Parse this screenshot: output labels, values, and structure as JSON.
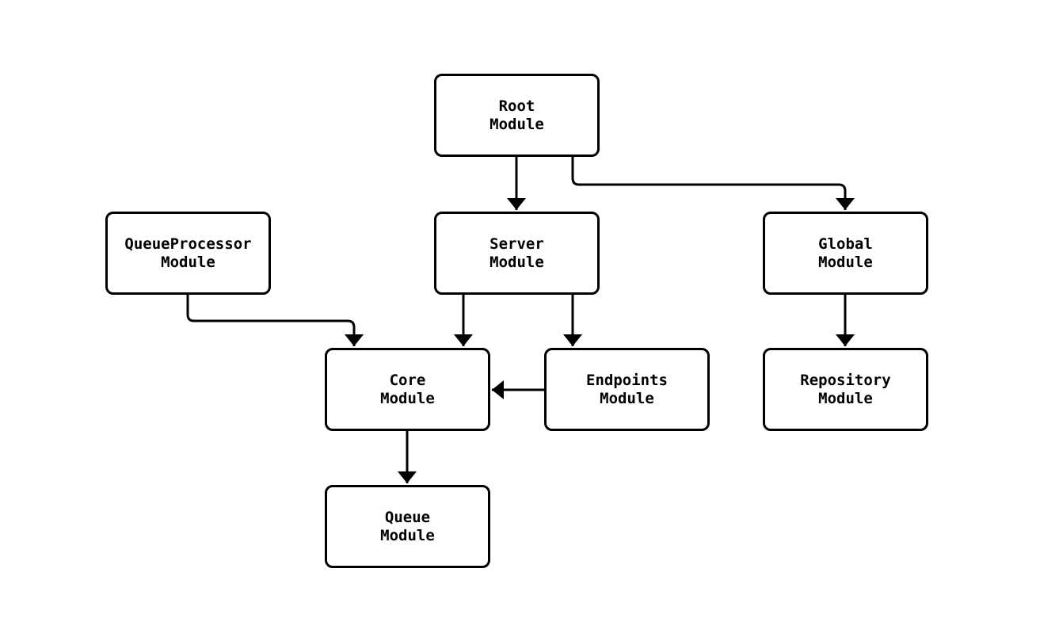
{
  "colors": {
    "background": "#ffffff",
    "stroke": "#000000",
    "node_fill": "#ffffff",
    "text": "#000000"
  },
  "nodes": {
    "root": {
      "label": "Root\nModule"
    },
    "queue_processor": {
      "label": "QueueProcessor\nModule"
    },
    "server": {
      "label": "Server\nModule"
    },
    "global": {
      "label": "Global\nModule"
    },
    "core": {
      "label": "Core\nModule"
    },
    "endpoints": {
      "label": "Endpoints\nModule"
    },
    "repository": {
      "label": "Repository\nModule"
    },
    "queue": {
      "label": "Queue\nModule"
    }
  },
  "edges": [
    {
      "from": "Root Module",
      "to": "Server Module"
    },
    {
      "from": "Root Module",
      "to": "Global Module"
    },
    {
      "from": "QueueProcessor Module",
      "to": "Core Module"
    },
    {
      "from": "Server Module",
      "to": "Core Module"
    },
    {
      "from": "Server Module",
      "to": "Endpoints Module"
    },
    {
      "from": "Endpoints Module",
      "to": "Core Module"
    },
    {
      "from": "Global Module",
      "to": "Repository Module"
    },
    {
      "from": "Core Module",
      "to": "Queue Module"
    }
  ]
}
